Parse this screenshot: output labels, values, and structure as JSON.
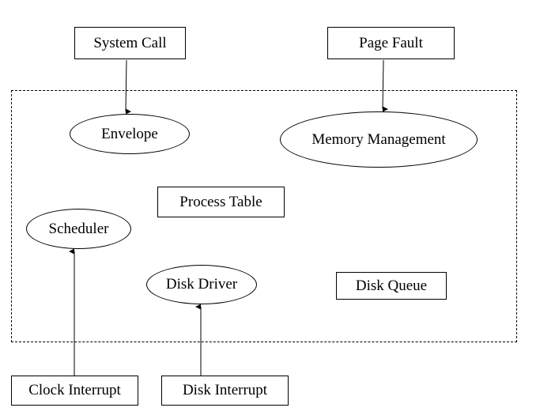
{
  "diagram": {
    "nodes": {
      "system_call": "System Call",
      "page_fault": "Page Fault",
      "envelope": "Envelope",
      "memory_management": "Memory Management",
      "process_table": "Process Table",
      "scheduler": "Scheduler",
      "disk_driver": "Disk Driver",
      "disk_queue": "Disk Queue",
      "clock_interrupt": "Clock Interrupt",
      "disk_interrupt": "Disk Interrupt"
    },
    "edges": [
      {
        "from": "System Call",
        "to": "Envelope",
        "direction": "down"
      },
      {
        "from": "Page Fault",
        "to": "Memory Management",
        "direction": "down"
      },
      {
        "from": "Clock Interrupt",
        "to": "Scheduler",
        "direction": "up"
      },
      {
        "from": "Disk Interrupt",
        "to": "Disk Driver",
        "direction": "up"
      }
    ],
    "colors": {
      "background": "#ffffff",
      "stroke": "#000000"
    }
  }
}
